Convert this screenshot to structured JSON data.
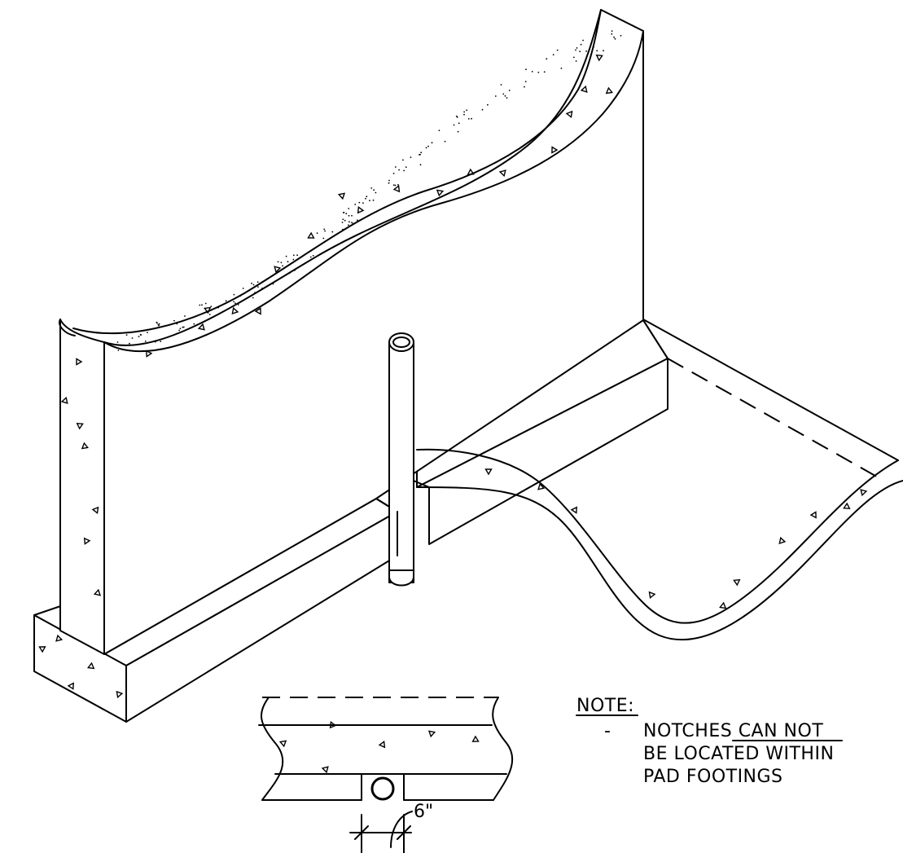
{
  "note": {
    "heading": "NOTE:",
    "bullet": "-",
    "line1_before": "NOTCHES ",
    "line1_underlined": "CAN NOT",
    "line2": "BE LOCATED WITHIN",
    "line3": "PAD FOOTINGS"
  },
  "dimension": {
    "label": "6\""
  }
}
